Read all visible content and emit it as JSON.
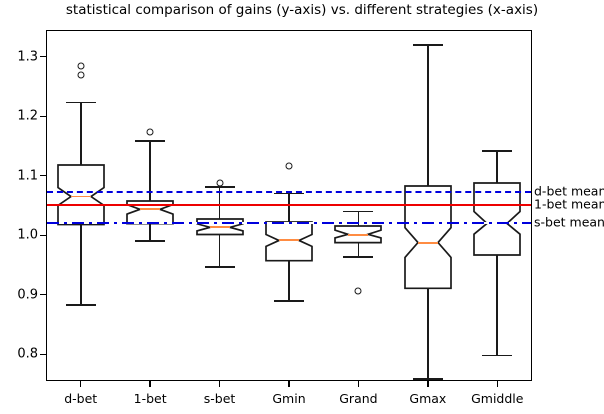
{
  "chart_data": {
    "type": "box",
    "title": "statistical comparison of gains (y-axis) vs. different strategies (x-axis)",
    "xlabel": "",
    "ylabel": "",
    "categories": [
      "d-bet",
      "1-bet",
      "s-bet",
      "Gmin",
      "Grand",
      "Gmax",
      "Gmiddle"
    ],
    "ylim": [
      0.755,
      1.345
    ],
    "yticks": [
      0.8,
      0.9,
      1.0,
      1.1,
      1.2,
      1.3
    ],
    "ytick_labels": [
      "0.8",
      "0.9",
      "1.0",
      "1.1",
      "1.2",
      "1.3"
    ],
    "grid": false,
    "notched": true,
    "boxes": [
      {
        "name": "d-bet",
        "whisker_low": 0.883,
        "q1": 1.018,
        "median": 1.065,
        "q3": 1.118,
        "whisker_high": 1.223,
        "notch_low": 1.05,
        "notch_high": 1.08,
        "outliers": [
          1.285,
          1.27
        ]
      },
      {
        "name": "1-bet",
        "whisker_low": 0.99,
        "q1": 1.02,
        "median": 1.044,
        "q3": 1.058,
        "whisker_high": 1.158,
        "notch_low": 1.036,
        "notch_high": 1.052,
        "outliers": [
          1.173
        ]
      },
      {
        "name": "s-bet",
        "whisker_low": 0.947,
        "q1": 1.002,
        "median": 1.014,
        "q3": 1.028,
        "whisker_high": 1.081,
        "notch_low": 1.008,
        "notch_high": 1.02,
        "outliers": [
          1.088
        ]
      },
      {
        "name": "Gmin",
        "whisker_low": 0.89,
        "q1": 0.958,
        "median": 0.992,
        "q3": 1.023,
        "whisker_high": 1.07,
        "notch_low": 0.982,
        "notch_high": 1.002,
        "outliers": [
          1.116
        ]
      },
      {
        "name": "Grand",
        "whisker_low": 0.963,
        "q1": 0.987,
        "median": 1.001,
        "q3": 1.015,
        "whisker_high": 1.04,
        "notch_low": 0.995,
        "notch_high": 1.008,
        "outliers": [
          0.907
        ]
      },
      {
        "name": "Gmax",
        "whisker_low": 0.758,
        "q1": 0.91,
        "median": 0.987,
        "q3": 1.082,
        "whisker_high": 1.32,
        "notch_low": 0.962,
        "notch_high": 1.012,
        "outliers": []
      },
      {
        "name": "Gmiddle",
        "whisker_low": 0.798,
        "q1": 0.967,
        "median": 1.02,
        "q3": 1.088,
        "whisker_high": 1.142,
        "notch_low": 1.002,
        "notch_high": 1.04,
        "outliers": []
      }
    ],
    "reference_lines": [
      {
        "label": "d-bet mean",
        "value": 1.075,
        "style": "dashed",
        "color": "#0000dd"
      },
      {
        "label": "1-bet mean",
        "value": 1.052,
        "style": "solid",
        "color": "#ee0000"
      },
      {
        "label": "s-bet mean",
        "value": 1.022,
        "style": "dashdot",
        "color": "#0000dd"
      }
    ],
    "colors": {
      "box_edge": "#1a1a1a",
      "median": "#ff8c42",
      "mean_blue": "#0000dd",
      "mean_red": "#ee0000",
      "background": "#ffffff"
    }
  }
}
